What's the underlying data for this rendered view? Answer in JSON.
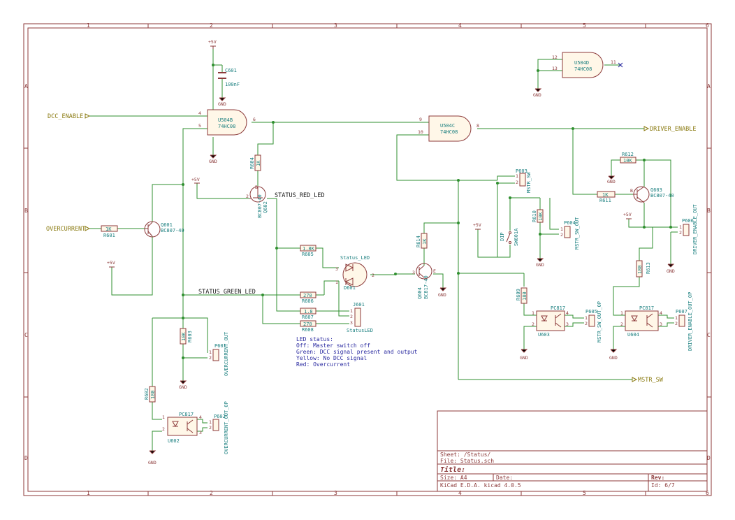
{
  "frame": {
    "col_numbers": [
      "1",
      "2",
      "3",
      "4",
      "5",
      "6"
    ],
    "row_letters": [
      "A",
      "B",
      "C",
      "D"
    ]
  },
  "power": {
    "plus5v": "+5V",
    "gnd": "GND"
  },
  "nets": {
    "dcc_enable": "DCC_ENABLE",
    "overcurrent": "OVERCURRENT",
    "driver_enable": "DRIVER_ENABLE",
    "mstr_sw": "MSTR_SW",
    "status_red_led": "STATUS_RED_LED",
    "status_green_led": "STATUS_GREEN_LED"
  },
  "components": {
    "c601": {
      "ref": "C601",
      "value": "100nF"
    },
    "u504b": {
      "ref": "U504B",
      "value": "74HC08",
      "pins": [
        "4",
        "5",
        "6"
      ]
    },
    "u504c": {
      "ref": "U504C",
      "value": "74HC08",
      "pins": [
        "9",
        "10",
        "8"
      ]
    },
    "u504d": {
      "ref": "U504D",
      "value": "74HC08",
      "pins": [
        "12",
        "13",
        "11"
      ]
    },
    "r601": {
      "ref": "R601",
      "value": "1K"
    },
    "q601": {
      "ref": "Q601",
      "value": "BC807-40"
    },
    "r604": {
      "ref": "R604",
      "value": "1K"
    },
    "q602": {
      "ref": "Q602",
      "value": "BC807-40"
    },
    "r603": {
      "ref": "R603",
      "value": "10K"
    },
    "p601": {
      "ref": "P601",
      "value": "OVERCURRENT_OUT"
    },
    "r602": {
      "ref": "R602",
      "value": "180"
    },
    "u602": {
      "ref": "U602",
      "value": "PC817"
    },
    "p602": {
      "ref": "P602",
      "value": "OVERCURRENT_OUT_OP"
    },
    "r605": {
      "ref": "R605",
      "value": "1.8K"
    },
    "r606": {
      "ref": "R606",
      "value": "270"
    },
    "r607": {
      "ref": "R607",
      "value": "1.8"
    },
    "r608": {
      "ref": "R608",
      "value": "270"
    },
    "d601": {
      "ref": "D601",
      "value": "Status_LED"
    },
    "j601": {
      "ref": "J601",
      "value": "StatusLED"
    },
    "r614": {
      "ref": "R614",
      "value": "1K"
    },
    "q604": {
      "ref": "Q604",
      "value": "BC817-40"
    },
    "p603": {
      "ref": "P603",
      "value": "MSTR_SW"
    },
    "sw601": {
      "ref": "SW601A",
      "value": "DIP"
    },
    "r610": {
      "ref": "R610",
      "value": "10K"
    },
    "p604": {
      "ref": "P604",
      "value": "MSTR_SW_OUT"
    },
    "r609": {
      "ref": "R609",
      "value": "180"
    },
    "u603": {
      "ref": "U603",
      "value": "PC817"
    },
    "p605": {
      "ref": "P605",
      "value": "MSTR_SW_OUT_OP"
    },
    "r612": {
      "ref": "R612",
      "value": "10K"
    },
    "r611": {
      "ref": "R611",
      "value": "1K"
    },
    "q603": {
      "ref": "Q603",
      "value": "BC807-40"
    },
    "p606": {
      "ref": "P606",
      "value": "DRIVER_ENABLE_OUT"
    },
    "r613": {
      "ref": "R613",
      "value": "180"
    },
    "u604": {
      "ref": "U604",
      "value": "PC817"
    },
    "p607": {
      "ref": "P607",
      "value": "DRIVER_ENABLE_OUT_OP"
    }
  },
  "note": {
    "lines": [
      "LED status:",
      "Off: Master switch off",
      "Green: DCC signal present and output",
      "Yellow: No DCC signal",
      "Red: Overcurrent"
    ]
  },
  "title_block": {
    "sheet": "Sheet: /Status/",
    "file": "File: Status.sch",
    "title": "Title:",
    "size": "Size: A4",
    "date": "Date:",
    "rev": "Rev:",
    "tool": "KiCad E.D.A.  kicad 4.0.5",
    "id": "Id: 6/7"
  }
}
